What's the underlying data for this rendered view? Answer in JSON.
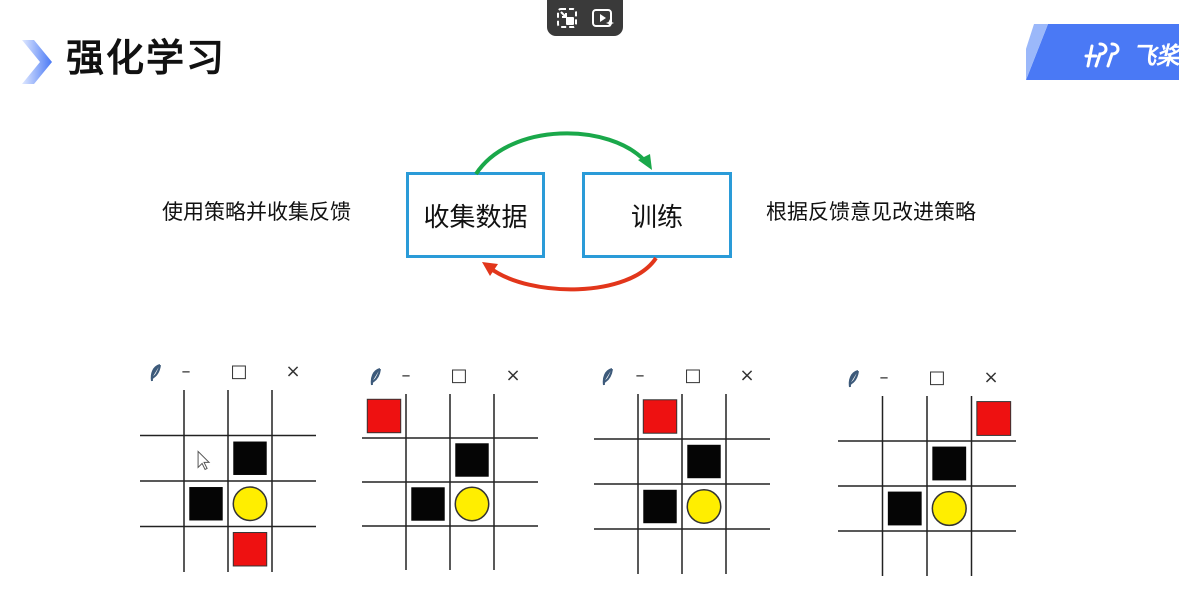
{
  "header": {
    "title": "强化学习",
    "logo_text": "飞桨",
    "accent_color": "#4a79f5"
  },
  "video_controls": {
    "icons": [
      "exit-miniplayer-icon",
      "video-ai-icon"
    ]
  },
  "diagram": {
    "left_caption": "使用策略并收集反馈",
    "box_collect": "收集数据",
    "box_train": "训练",
    "right_caption": "根据反馈意见改进策略",
    "arrow_top_color": "#1aa84a",
    "arrow_bottom_color": "#e2361b",
    "box_border_color": "#2a9bd8"
  },
  "grid_windows": [
    {
      "titlebar": {
        "icon": "feather-icon",
        "minimize": "–",
        "maximize": "□",
        "close": "×"
      },
      "grid": {
        "cols": 4,
        "rows": 4,
        "cells": [
          {
            "col": 2,
            "row": 1,
            "type": "black"
          },
          {
            "col": 1,
            "row": 2,
            "type": "black"
          },
          {
            "col": 2,
            "row": 2,
            "type": "yellow-circle"
          },
          {
            "col": 2,
            "row": 3,
            "type": "red"
          }
        ],
        "cursor": {
          "col": 1,
          "row": 1
        }
      }
    },
    {
      "titlebar": {
        "icon": "feather-icon",
        "minimize": "–",
        "maximize": "□",
        "close": "×"
      },
      "grid": {
        "cols": 4,
        "rows": 4,
        "cells": [
          {
            "col": 0,
            "row": 0,
            "type": "red"
          },
          {
            "col": 2,
            "row": 1,
            "type": "black"
          },
          {
            "col": 1,
            "row": 2,
            "type": "black"
          },
          {
            "col": 2,
            "row": 2,
            "type": "yellow-circle"
          }
        ]
      }
    },
    {
      "titlebar": {
        "icon": "feather-icon",
        "minimize": "–",
        "maximize": "□",
        "close": "×"
      },
      "grid": {
        "cols": 4,
        "rows": 4,
        "cells": [
          {
            "col": 1,
            "row": 0,
            "type": "red"
          },
          {
            "col": 2,
            "row": 1,
            "type": "black"
          },
          {
            "col": 1,
            "row": 2,
            "type": "black"
          },
          {
            "col": 2,
            "row": 2,
            "type": "yellow-circle"
          }
        ]
      }
    },
    {
      "titlebar": {
        "icon": "feather-icon",
        "minimize": "–",
        "maximize": "□",
        "close": "×"
      },
      "grid": {
        "cols": 4,
        "rows": 4,
        "cells": [
          {
            "col": 3,
            "row": 0,
            "type": "red"
          },
          {
            "col": 2,
            "row": 1,
            "type": "black"
          },
          {
            "col": 1,
            "row": 2,
            "type": "black"
          },
          {
            "col": 2,
            "row": 2,
            "type": "yellow-circle"
          }
        ]
      }
    }
  ]
}
